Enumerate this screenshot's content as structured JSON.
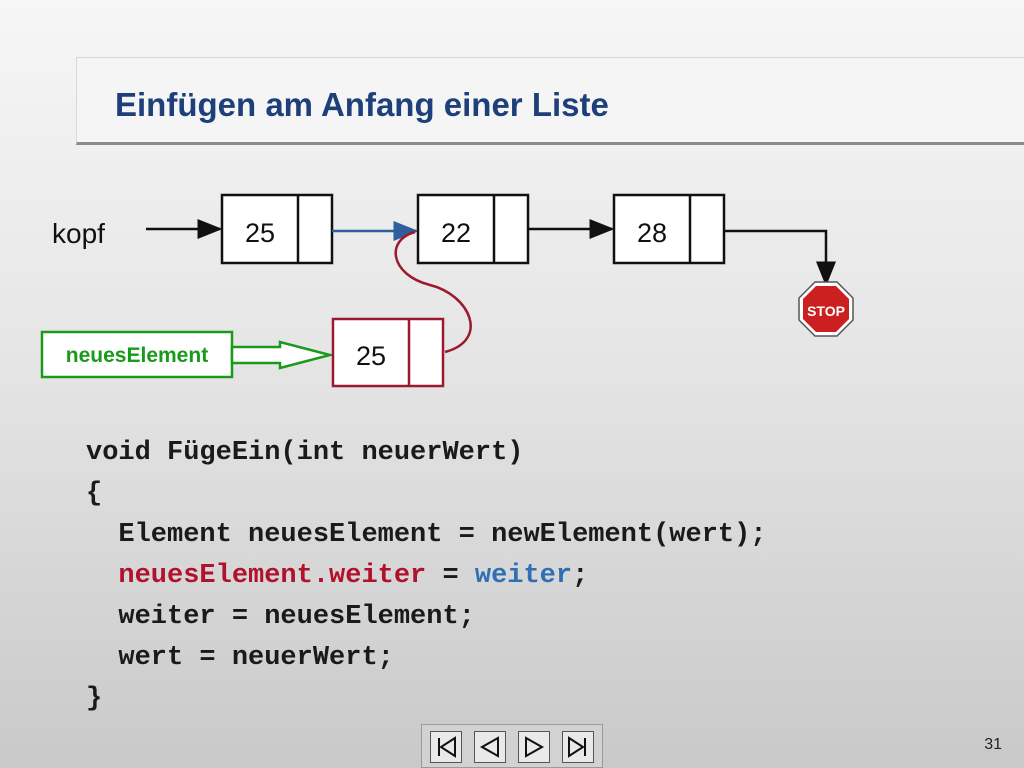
{
  "title": "Einfügen am Anfang einer Liste",
  "diagram": {
    "head_label": "kopf",
    "new_element_label": "neuesElement",
    "list_nodes": [
      {
        "value": "25"
      },
      {
        "value": "22"
      },
      {
        "value": "28"
      }
    ],
    "new_node": {
      "value": "25"
    },
    "stop_sign_text": "STOP",
    "colors": {
      "node_border": "#111111",
      "new_node_border": "#9b1a2e",
      "redirected_link": "#2e5e9c",
      "new_element_pointer": "#1a9a1a",
      "stop_sign": "#cc1f1f"
    }
  },
  "code": {
    "line1": "void FügeEin(int neuerWert)",
    "line2": "{",
    "line3": "  Element neuesElement = newElement(wert);",
    "line4_indent": "  ",
    "line4_red": "neuesElement.weiter",
    "line4_mid": " = ",
    "line4_blue": "weiter",
    "line4_end": ";",
    "line5": "  weiter = neuesElement;",
    "line6": "  wert = neuerWert;",
    "line7": "}"
  },
  "navigation": {
    "buttons": [
      {
        "name": "first-slide",
        "icon": "skip-back-icon"
      },
      {
        "name": "previous-slide",
        "icon": "triangle-left-icon"
      },
      {
        "name": "next-slide",
        "icon": "triangle-right-icon"
      },
      {
        "name": "last-slide",
        "icon": "skip-forward-icon"
      }
    ]
  },
  "page_number": "31"
}
